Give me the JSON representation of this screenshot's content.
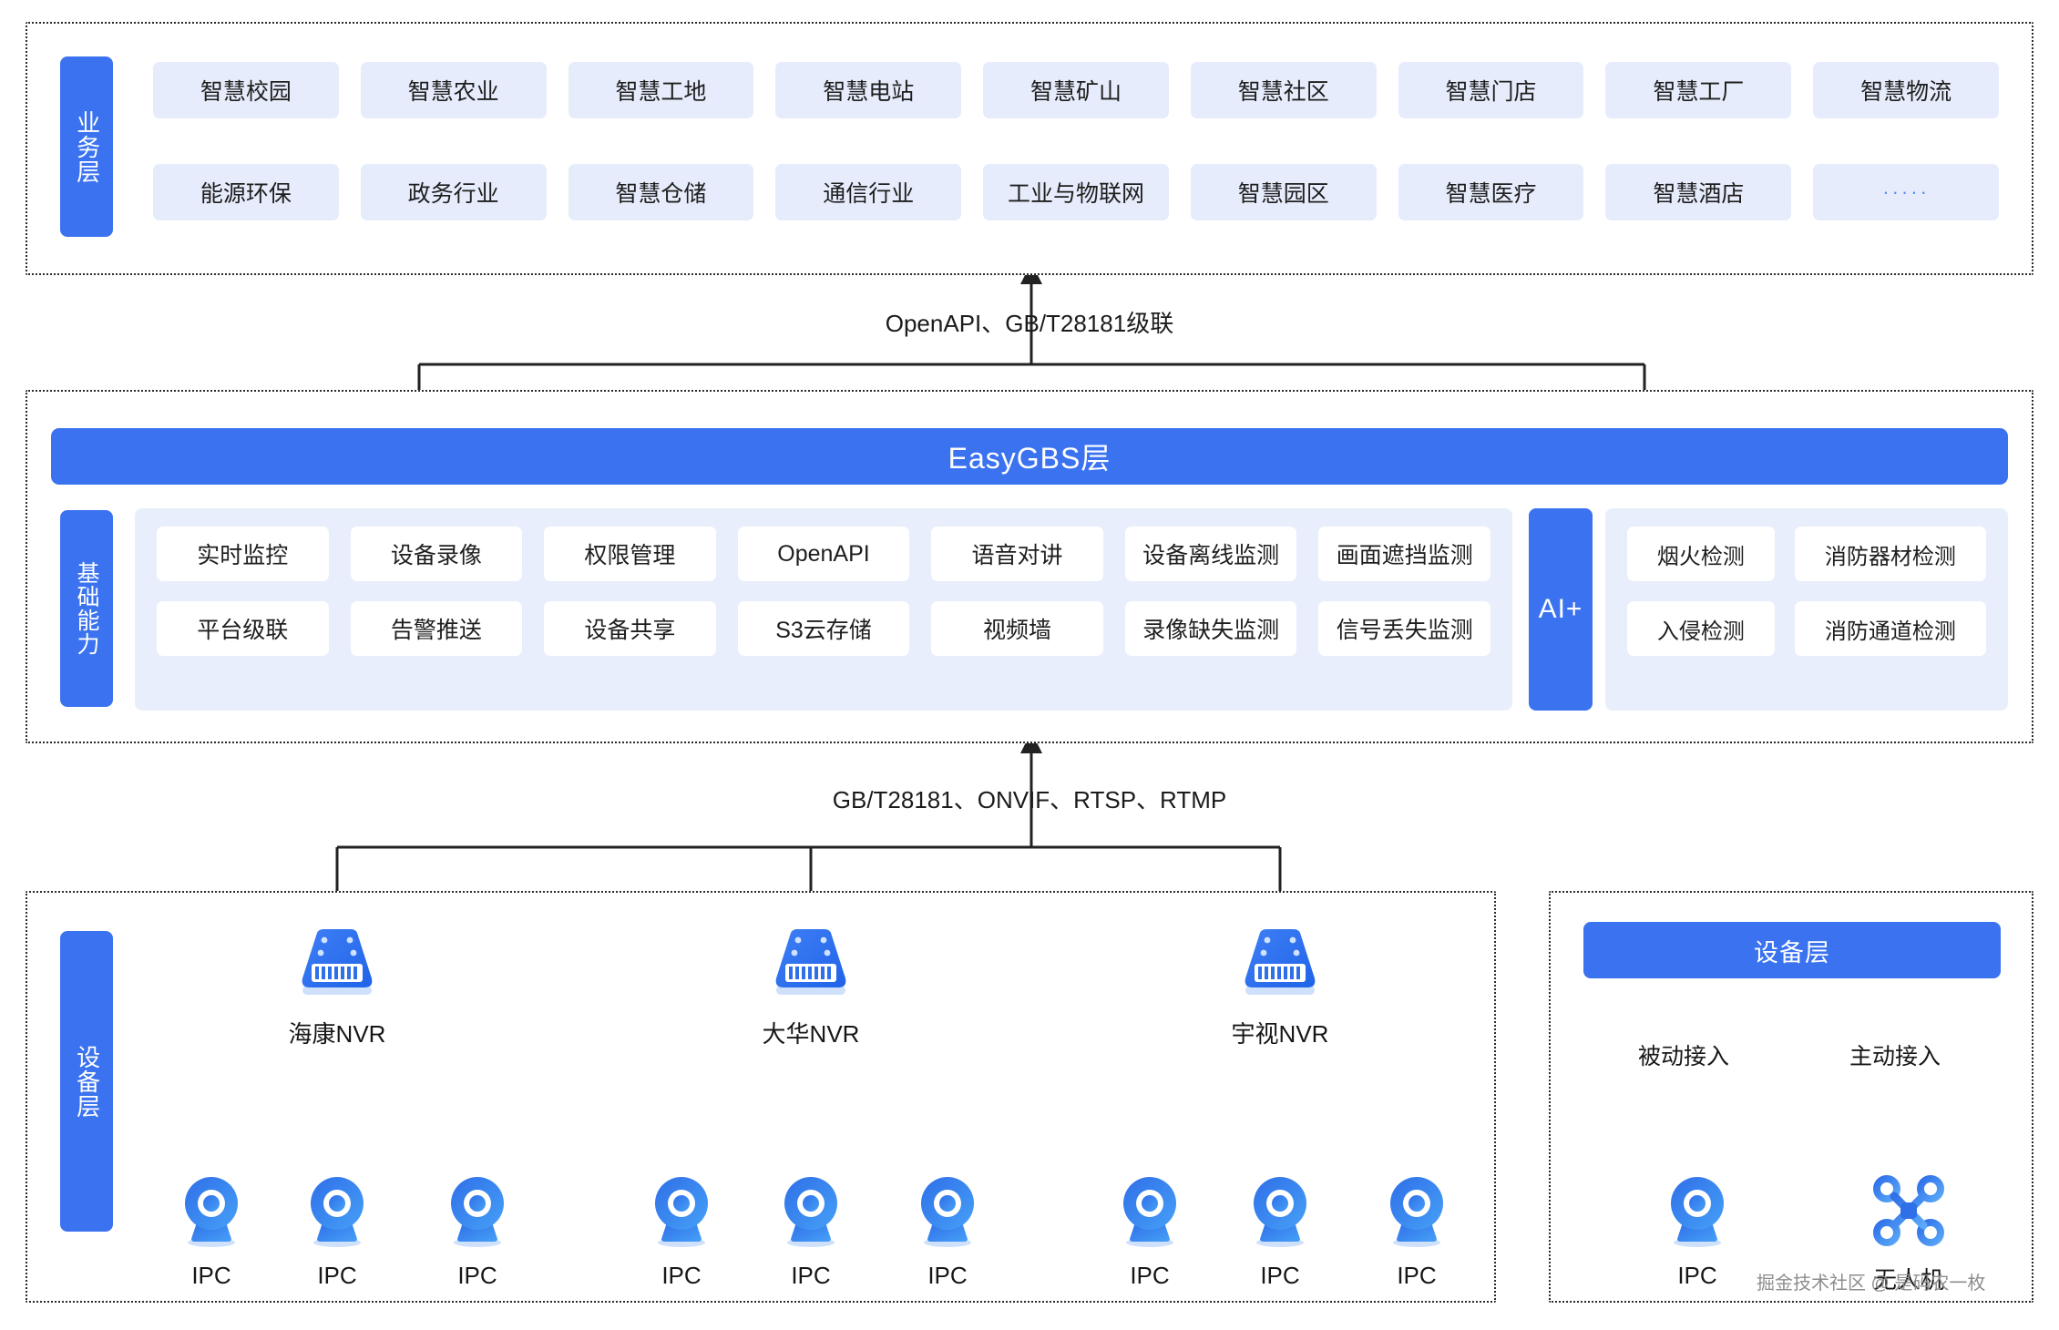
{
  "business_layer": {
    "tab_label": "业务层",
    "row1": [
      "智慧校园",
      "智慧农业",
      "智慧工地",
      "智慧电站",
      "智慧矿山",
      "智慧社区",
      "智慧门店",
      "智慧工厂",
      "智慧物流"
    ],
    "row2": [
      "能源环保",
      "政务行业",
      "智慧仓储",
      "通信行业",
      "工业与物联网",
      "智慧园区",
      "智慧医疗",
      "智慧酒店",
      "·····"
    ]
  },
  "connector_top": {
    "label": "OpenAPI、GB/T28181级联"
  },
  "platform_layer": {
    "title": "EasyGBS层",
    "tab_label": "基础能力",
    "capabilities_row1": [
      "实时监控",
      "设备录像",
      "权限管理",
      "OpenAPI",
      "语音对讲",
      "设备离线监测",
      "画面遮挡监测"
    ],
    "capabilities_row2": [
      "平台级联",
      "告警推送",
      "设备共享",
      "S3云存储",
      "视频墙",
      "录像缺失监测",
      "信号丢失监测"
    ],
    "ai": {
      "tab_label": "AI+",
      "items": [
        "烟火检测",
        "消防器材检测",
        "入侵检测",
        "消防通道检测"
      ]
    }
  },
  "connector_bottom": {
    "label": "GB/T28181、ONVIF、RTSP、RTMP"
  },
  "device_layer": {
    "tab_label": "设备层",
    "nvr_groups": [
      {
        "nvr_label": "海康NVR",
        "icon": "nvr-icon",
        "cameras": [
          "IPC",
          "IPC",
          "IPC"
        ]
      },
      {
        "nvr_label": "大华NVR",
        "icon": "nvr-icon",
        "cameras": [
          "IPC",
          "IPC",
          "IPC"
        ]
      },
      {
        "nvr_label": "宇视NVR",
        "icon": "nvr-icon",
        "cameras": [
          "IPC",
          "IPC",
          "IPC"
        ]
      }
    ],
    "right_panel": {
      "title": "设备层",
      "access_modes": [
        "被动接入",
        "主动接入"
      ],
      "devices": [
        {
          "label": "IPC",
          "icon": "camera-icon"
        },
        {
          "label": "无人机",
          "icon": "drone-icon"
        }
      ]
    }
  },
  "watermark": {
    "text": "掘金技术社区 @ 是码农一枚"
  },
  "colors": {
    "brand_blue": "#3a72f0",
    "chip_bg": "#e6ecfb",
    "panel_bg": "#e8eefc",
    "line": "#2b2b2b"
  }
}
